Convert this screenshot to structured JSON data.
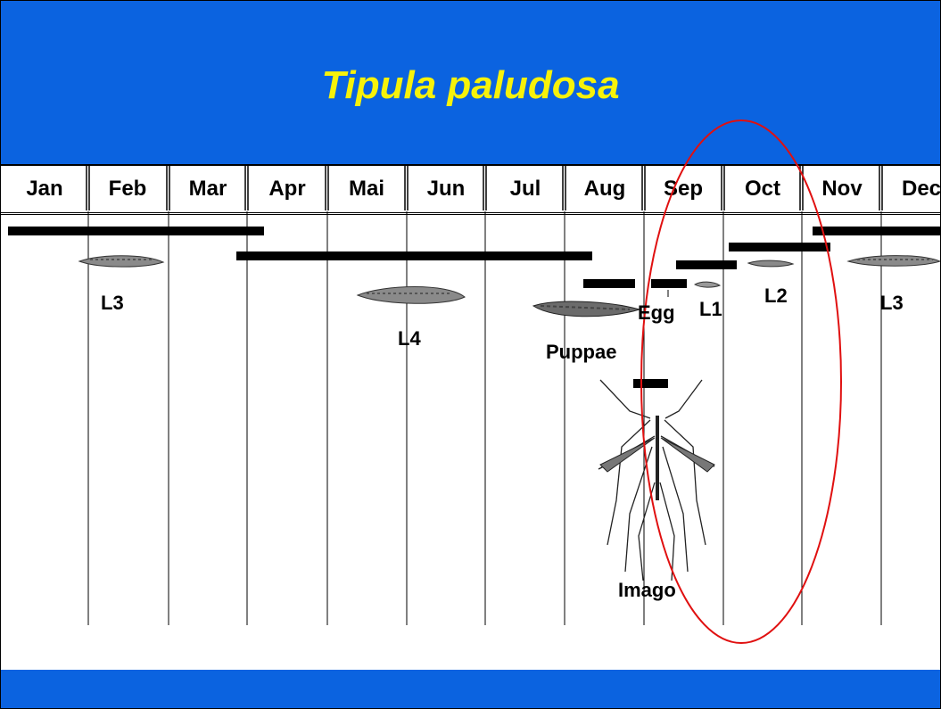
{
  "title": "Tipula paludosa",
  "months": [
    "Jan",
    "Feb",
    "Mar",
    "Apr",
    "Mai",
    "Jun",
    "Jul",
    "Aug",
    "Sep",
    "Oct",
    "Nov",
    "Dec"
  ],
  "stages": {
    "l3_early": "L3",
    "l4": "L4",
    "puppae": "Puppae",
    "egg": "Egg",
    "l1": "L1",
    "l2": "L2",
    "l3_late": "L3",
    "imago": "Imago"
  },
  "colors": {
    "header": "#0b63e0",
    "title": "#f7f20a",
    "highlight_ellipse": "#e01010"
  },
  "icons": {
    "larva": "larva-illustration",
    "pupa": "pupa-illustration",
    "imago": "crane-fly-illustration"
  }
}
